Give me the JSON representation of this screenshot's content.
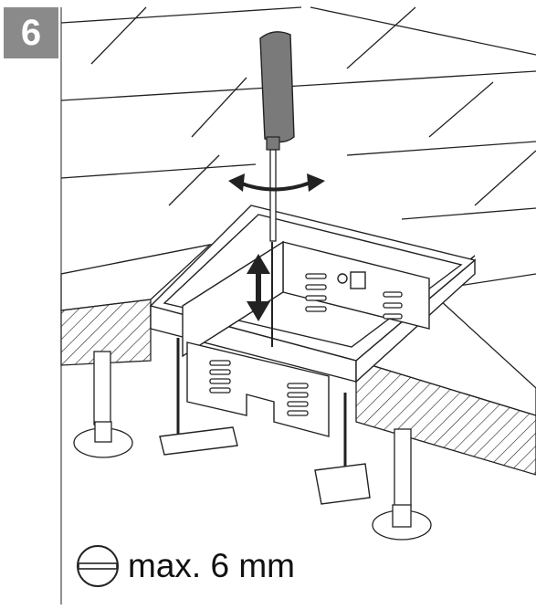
{
  "step": {
    "number": "6"
  },
  "caption": {
    "text": "max. 6 mm",
    "icon": "slotted-screw-head-icon"
  },
  "illustration": {
    "subject": "floor-box-installation",
    "tool": "screwdriver-icon",
    "arrows": [
      "rotate-arrow-icon",
      "vertical-adjust-arrow-icon"
    ],
    "colors": {
      "line": "#1a1a1a",
      "handle": "#7a7a7a",
      "badge": "#8a8a8a",
      "fill": "#ffffff"
    }
  }
}
